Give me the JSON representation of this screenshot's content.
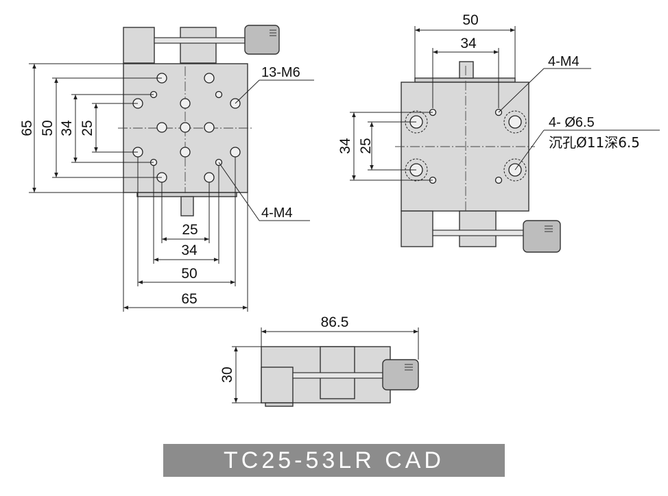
{
  "top_view": {
    "dims": {
      "h65": "65",
      "h50": "50",
      "h34": "34",
      "h25": "25",
      "w25": "25",
      "w34": "34",
      "w50": "50",
      "w65": "65"
    },
    "callouts": {
      "m6": "13-M6",
      "m4": "4-M4"
    }
  },
  "side_view": {
    "dims": {
      "w50": "50",
      "w34": "34",
      "h34": "34",
      "h25": "25"
    },
    "callouts": {
      "m4": "4-M4",
      "hole": "4- Ø6.5",
      "counterbore": "沉孔Ø11深6.5"
    }
  },
  "front_view": {
    "dims": {
      "length": "86.5",
      "height": "30"
    }
  },
  "title": "TC25-53LR  CAD",
  "colors": {
    "plate": "#d9d9d9",
    "knob": "#bdbdbd",
    "title_band": "#8c8c8c",
    "line": "#222222"
  }
}
